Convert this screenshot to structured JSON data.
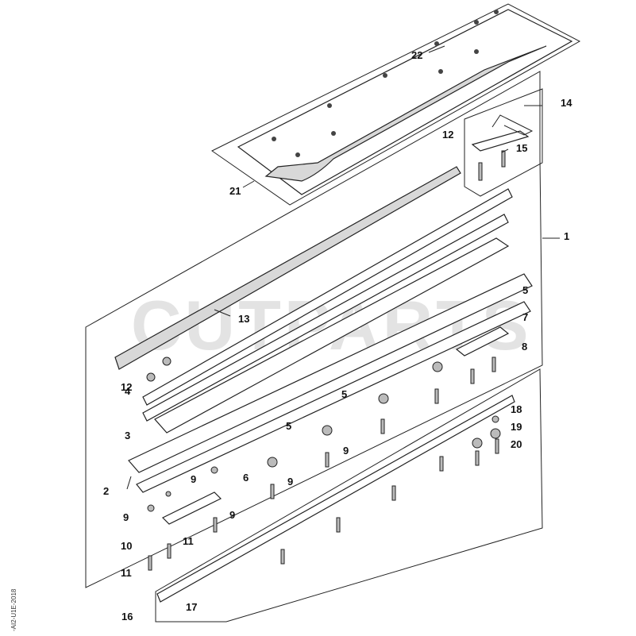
{
  "watermark": "CUTPARTS",
  "drawing_code": "-AI2-U1E-2018",
  "callouts": {
    "c1": "1",
    "c2": "2",
    "c3": "3",
    "c4": "4",
    "c5a": "5",
    "c5b": "5",
    "c5c": "5",
    "c6": "6",
    "c7": "7",
    "c8": "8",
    "c9a": "9",
    "c9b": "9",
    "c9c": "9",
    "c9d": "9",
    "c9e": "9",
    "c10": "10",
    "c11a": "11",
    "c11b": "11",
    "c12a": "12",
    "c12b": "12",
    "c13": "13",
    "c14": "14",
    "c15": "15",
    "c16": "16",
    "c17": "17",
    "c18": "18",
    "c19": "19",
    "c20": "20",
    "c21": "21",
    "c22": "22"
  }
}
